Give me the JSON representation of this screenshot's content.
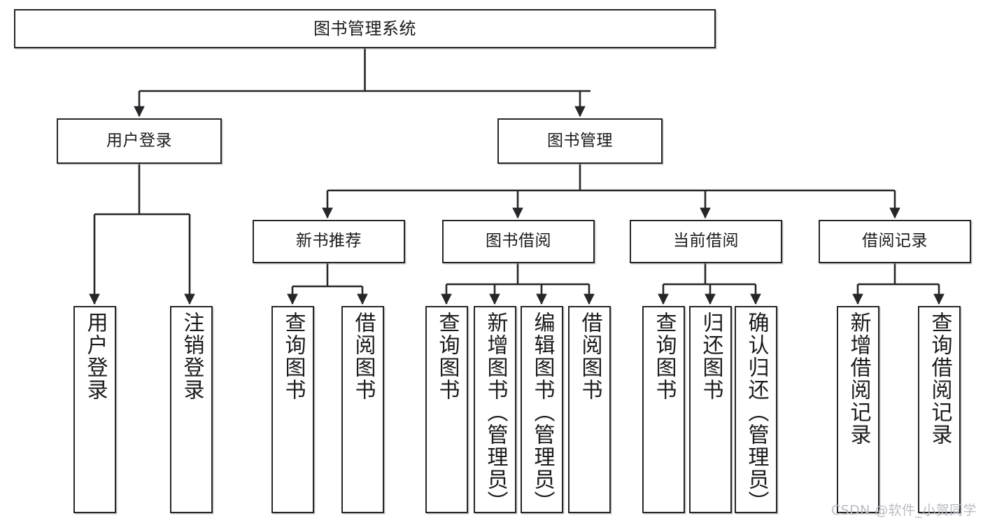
{
  "diagram": {
    "title": "图书管理系统",
    "type": "tree",
    "orientation": "top-down",
    "colors": {
      "box_border": "#26262a",
      "box_fill": "#ffffff",
      "edge": "#26262a",
      "background": "#ffffff",
      "watermark": "#b9bcc2"
    },
    "nodes": {
      "root": {
        "label": "图书管理系统",
        "level": 0,
        "text_orientation": "horizontal"
      },
      "level1": [
        {
          "id": "user-login",
          "label": "用户登录",
          "text_orientation": "horizontal"
        },
        {
          "id": "book-management",
          "label": "图书管理",
          "text_orientation": "horizontal"
        }
      ],
      "level2": [
        {
          "id": "new-book-recommend",
          "label": "新书推荐",
          "parent": "book-management",
          "text_orientation": "horizontal"
        },
        {
          "id": "book-borrow",
          "label": "图书借阅",
          "parent": "book-management",
          "text_orientation": "horizontal"
        },
        {
          "id": "current-borrow",
          "label": "当前借阅",
          "parent": "book-management",
          "text_orientation": "horizontal"
        },
        {
          "id": "borrow-record",
          "label": "借阅记录",
          "parent": "book-management",
          "text_orientation": "horizontal"
        }
      ],
      "leaves": [
        {
          "id": "leaf-user-login",
          "label": "用户登录",
          "parent": "user-login",
          "text_orientation": "vertical"
        },
        {
          "id": "leaf-logout",
          "label": "注销登录",
          "parent": "user-login",
          "text_orientation": "vertical"
        },
        {
          "id": "leaf-query-book-1",
          "label": "查询图书",
          "parent": "new-book-recommend",
          "text_orientation": "vertical"
        },
        {
          "id": "leaf-borrow-book-1",
          "label": "借阅图书",
          "parent": "new-book-recommend",
          "text_orientation": "vertical"
        },
        {
          "id": "leaf-query-book-2",
          "label": "查询图书",
          "parent": "book-borrow",
          "text_orientation": "vertical"
        },
        {
          "id": "leaf-add-book",
          "label": "新增图书（管理员）",
          "parent": "book-borrow",
          "text_orientation": "vertical"
        },
        {
          "id": "leaf-edit-book",
          "label": "编辑图书（管理员）",
          "parent": "book-borrow",
          "text_orientation": "vertical"
        },
        {
          "id": "leaf-borrow-book-2",
          "label": "借阅图书",
          "parent": "book-borrow",
          "text_orientation": "vertical"
        },
        {
          "id": "leaf-query-book-3",
          "label": "查询图书",
          "parent": "current-borrow",
          "text_orientation": "vertical"
        },
        {
          "id": "leaf-return-book",
          "label": "归还图书",
          "parent": "current-borrow",
          "text_orientation": "vertical"
        },
        {
          "id": "leaf-confirm-return",
          "label": "确认归还（管理员）",
          "parent": "current-borrow",
          "text_orientation": "vertical"
        },
        {
          "id": "leaf-add-record",
          "label": "新增借阅记录",
          "parent": "borrow-record",
          "text_orientation": "vertical"
        },
        {
          "id": "leaf-query-record",
          "label": "查询借阅记录",
          "parent": "borrow-record",
          "text_orientation": "vertical"
        }
      ]
    },
    "watermark": "CSDN @软件_小贺同学"
  }
}
